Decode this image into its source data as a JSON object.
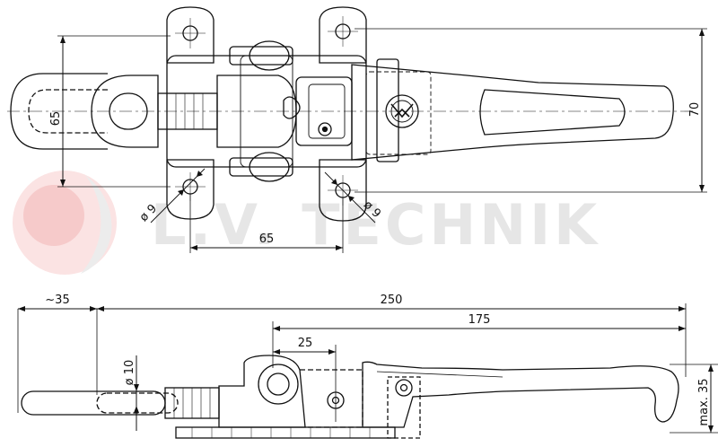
{
  "watermark": {
    "brand": "L.V. TECHNIK"
  },
  "top_view": {
    "dim_height_left": "65",
    "dim_height_right": "70",
    "dim_hole_left": "ø 9",
    "dim_hole_right": "ø 9",
    "dim_hole_spacing": "65"
  },
  "side_view": {
    "dim_overhang": "~35",
    "dim_total": "250",
    "dim_handle": "175",
    "dim_pivot": "25",
    "dim_shackle": "ø 10",
    "dim_height": "max. 35"
  },
  "colors": {
    "line": "#111111",
    "watermark": "#e6e6e6",
    "logo_red": "#f4c2c2"
  }
}
